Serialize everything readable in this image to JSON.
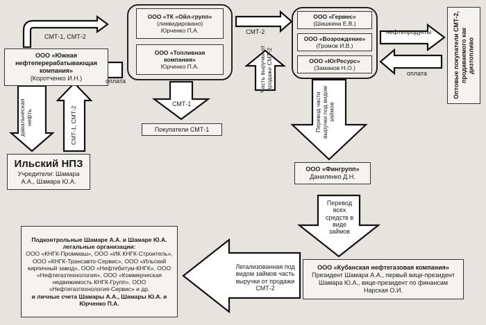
{
  "boxes": {
    "yuzhnaya": {
      "name": "ООО «Южная нефтеперерабатывающая компания»",
      "person": "(Коротченко И.Н.)"
    },
    "oil_group": {
      "name": "ООО «ТК «Ойл-групп»",
      "status": "(ликвидировано)",
      "person": "Юрченко П.А."
    },
    "toplivnaya": {
      "name": "ООО «Топливная компания»",
      "person": "Юрченко П.А."
    },
    "germes": {
      "name": "ООО «Гермес»",
      "person": "(Шишкина Е.В.)"
    },
    "vozrozhdenie": {
      "name": "ООО «Возрождение»",
      "person": "(Громов И.В.)"
    },
    "yugresurs": {
      "name": "ООО «ЮгРесурс»",
      "person": "(Заманов Н.О.)"
    },
    "wholesale": {
      "text": "Оптовые покупатели СМТ-2, продаваемого как дизтопливо"
    },
    "ilsky": {
      "name": "Ильский НПЗ",
      "founders": "Учредители: Шамара А.А., Шамара Ю.А."
    },
    "buyers_smt1": {
      "text": "Покупатели СМТ-1"
    },
    "fingroup": {
      "name": "ООО «Фингрупп»",
      "person": "Даниленко Д.Н."
    },
    "kuban": {
      "name": "ООО «Кубанская нефтегазовая компания»",
      "line1": "Президент Шамара А.А., первый вице-президент",
      "line2": "Шамара Ю.А., вице-президент по финансам",
      "line3": "Нарская О.И."
    },
    "controlled": {
      "title": "Подконтрольные Шамаре А.А. и Шамаре Ю.А. легальные организации:",
      "body": "ООО «КНГК-Проммаш», ООО «ИК КНГК-Строитель», ООО «КНГК-Трансавто-Сервис», ООО «Ильский кирпичный завод», ООО «Нефтебитум-КНГК», ООО «Нефтегазтехнология», ООО «Коммерческая недвижимость КНГК-Групп», ООО «Нефтегазтехнология-Сервис» и др.",
      "footer": "и личные счета Шамары А.А., Шамары Ю.А. и Юрченко П.А."
    }
  },
  "labels": {
    "smt12": "СМТ-1, СМТ-2",
    "oplata1": "оплата",
    "smt2": "СМТ-2",
    "nefteprod": "нефтепродукты",
    "oplata2": "оплата",
    "smt1_down": "СМТ-1",
    "davalch": "давальческая нефть",
    "smt12_up": "СМТ-1, СМТ-2",
    "vyruchka_smt2": "Часть выручки от продажи СМТ-2",
    "perevod_chasti": "Перевод части выручки под видом займов",
    "perevod_vseh": "Перевод всех средств в виде займов",
    "legalized": "Легализованная под видом займов часть выручки от продажи СМТ-2"
  }
}
